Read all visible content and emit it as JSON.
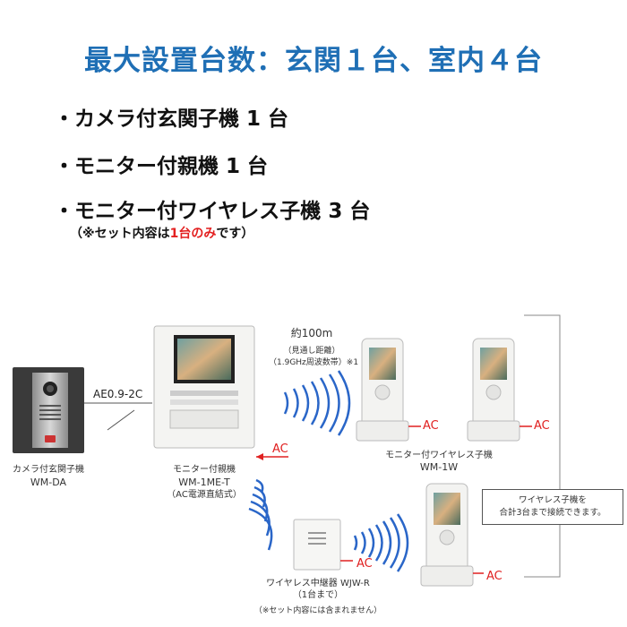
{
  "heading": "最大設置台数：玄関１台、室内４台",
  "bullets": [
    "・カメラ付玄関子機 1 台",
    "・モニター付親機 1 台",
    "・モニター付ワイヤレス子機 3 台"
  ],
  "note": {
    "prefix": "（※セット内容は",
    "highlight": "1台のみ",
    "suffix": "です）"
  },
  "diagram": {
    "door_station_label": "カメラ付玄関子機",
    "door_station_model": "WM-DA",
    "cable_label": "AE0.9-2C",
    "main_monitor_label": "モニター付親機",
    "main_monitor_model": "WM-1ME-T",
    "main_monitor_power": "（AC電源直結式）",
    "range_main": "約100m",
    "range_sub1": "（見通し距離）",
    "range_sub2": "（1.9GHz周波数帯）※1",
    "wireless_label": "モニター付ワイヤレス子機",
    "wireless_model": "WM-1W",
    "repeater_label": "ワイヤレス中継器  WJW-R",
    "repeater_count": "（1台まで）",
    "repeater_note": "（※セット内容には含まれません）",
    "wireless_note_line1": "ワイヤレス子機を",
    "wireless_note_line2": "合計3台まで接続できます。",
    "ac_label": "AC"
  },
  "colors": {
    "heading": "#1f6fb5",
    "highlight": "#e32020",
    "ac": "#e02020"
  }
}
